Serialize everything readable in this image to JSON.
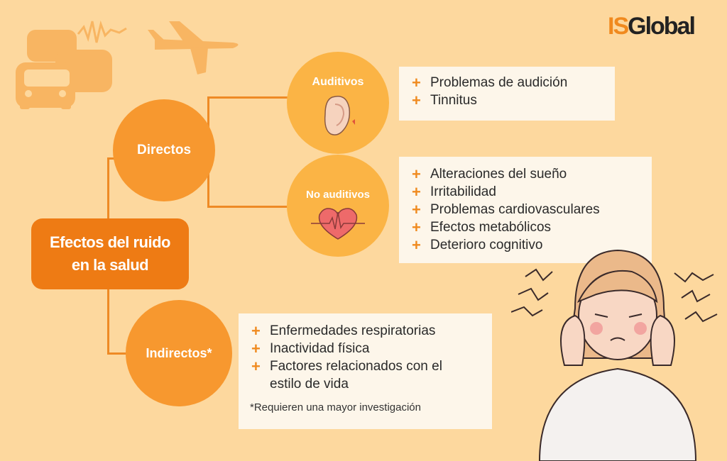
{
  "logo": {
    "part1": "IS",
    "part2": "Global"
  },
  "main": {
    "line1": "Efectos del ruido",
    "line2": "en la salud"
  },
  "directos": {
    "label": "Directos",
    "auditivos": {
      "label": "Auditivos",
      "items": [
        "Problemas de audición",
        "Tinnitus"
      ]
    },
    "no_auditivos": {
      "label": "No auditivos",
      "items": [
        "Alteraciones del sueño",
        "Irritabilidad",
        "Problemas cardiovasculares",
        "Efectos metabólicos",
        "Deterioro cognitivo"
      ]
    }
  },
  "indirectos": {
    "label": "Indirectos*",
    "items": [
      "Enfermedades respiratorias",
      "Inactividad física",
      "Factores relacionados con el",
      "estilo de vida"
    ],
    "note": "*Requieren una mayor investigación"
  },
  "colors": {
    "background": "#FDD89E",
    "main": "#EE7B14",
    "circle_dark": "#F7982F",
    "circle_light": "#FBB445",
    "box": "#FDF6EA"
  }
}
